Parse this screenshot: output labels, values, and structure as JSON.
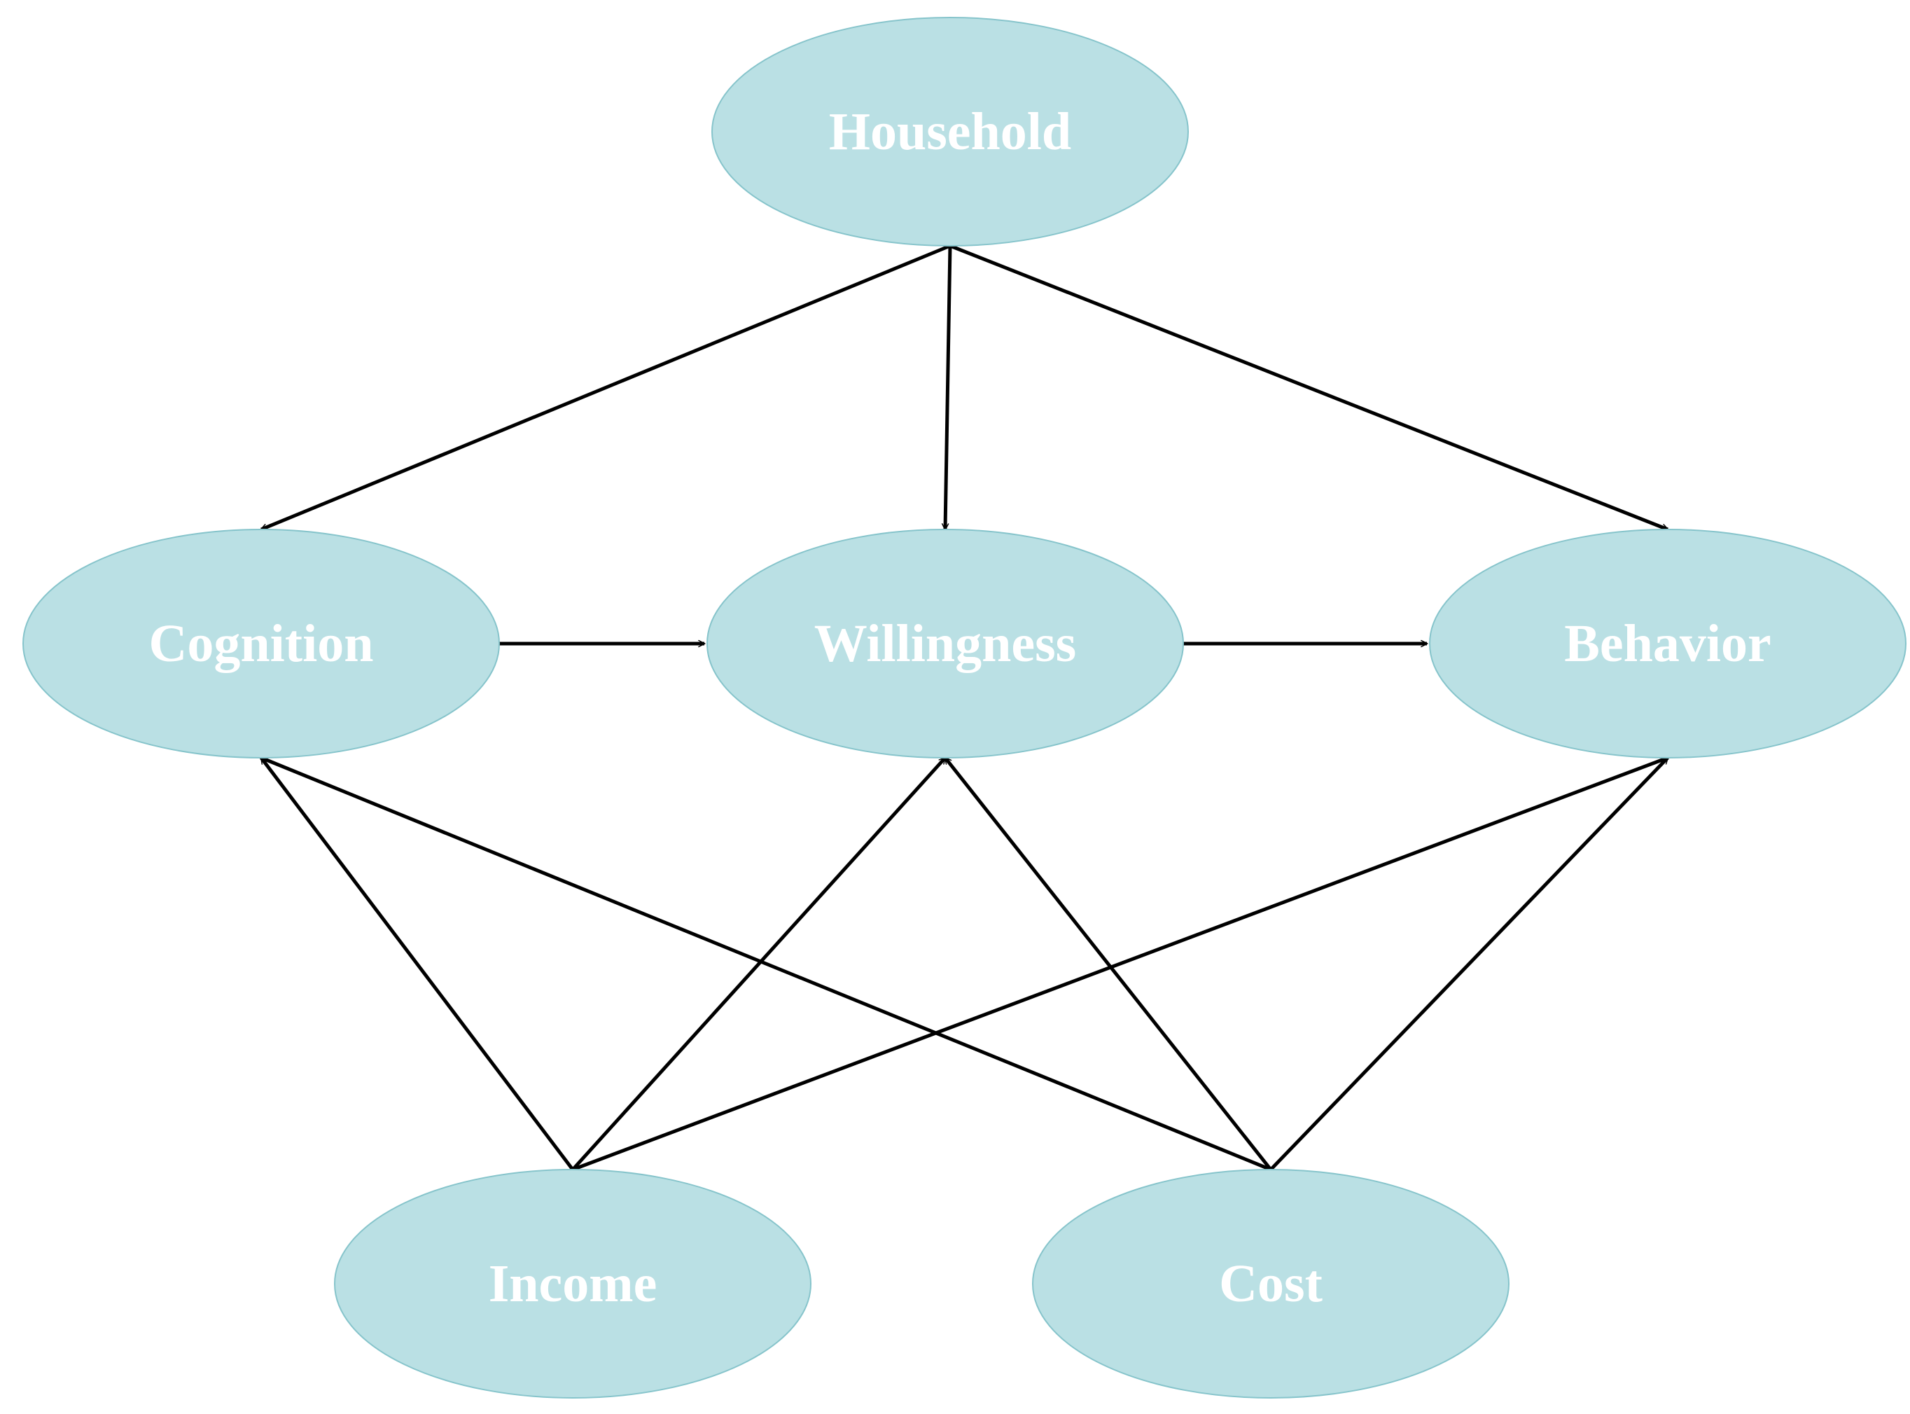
{
  "diagram": {
    "colors": {
      "node_fill": "#bae0e4",
      "node_text": "#ffffff",
      "edge": "#000000"
    },
    "nodes": [
      {
        "id": "household",
        "label": "Household"
      },
      {
        "id": "cognition",
        "label": "Cognition"
      },
      {
        "id": "willingness",
        "label": "Willingness"
      },
      {
        "id": "behavior",
        "label": "Behavior"
      },
      {
        "id": "income",
        "label": "Income"
      },
      {
        "id": "cost",
        "label": "Cost"
      }
    ],
    "edges": [
      {
        "from": "household",
        "to": "cognition"
      },
      {
        "from": "household",
        "to": "willingness"
      },
      {
        "from": "household",
        "to": "behavior"
      },
      {
        "from": "cognition",
        "to": "willingness"
      },
      {
        "from": "willingness",
        "to": "behavior"
      },
      {
        "from": "income",
        "to": "cognition"
      },
      {
        "from": "income",
        "to": "willingness"
      },
      {
        "from": "income",
        "to": "behavior"
      },
      {
        "from": "cost",
        "to": "cognition"
      },
      {
        "from": "cost",
        "to": "willingness"
      },
      {
        "from": "cost",
        "to": "behavior"
      }
    ]
  }
}
